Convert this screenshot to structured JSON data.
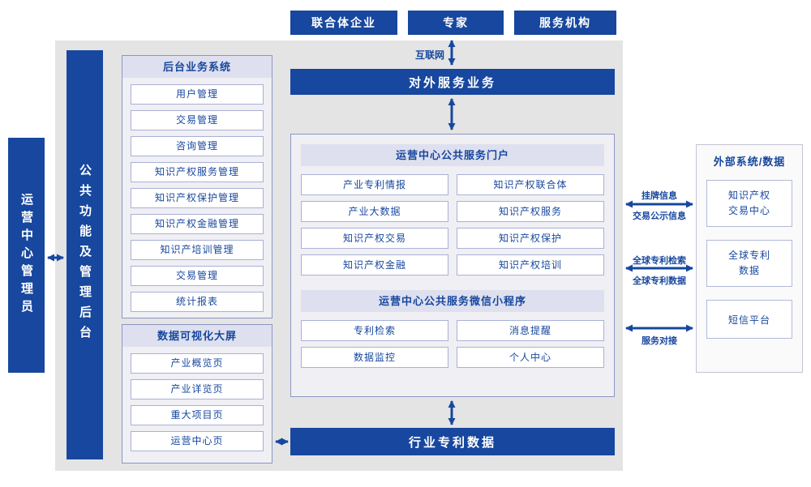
{
  "colors": {
    "primary": "#17479E",
    "panel_header_bg": "#DEE0EF",
    "background_gray": "#E4E4E4",
    "item_border": "#A9B1D6"
  },
  "top_nodes": [
    {
      "label": "联合体企业"
    },
    {
      "label": "专家"
    },
    {
      "label": "服务机构"
    }
  ],
  "labels": {
    "internet": "互联网",
    "external_service_bar": "对外服务业务",
    "industry_patent_bar": "行业专利数据",
    "admin": "运营中心管理员",
    "function_bar": "公共功能及管理后台"
  },
  "backend_panel": {
    "title": "后台业务系统",
    "items": [
      "用户管理",
      "交易管理",
      "咨询管理",
      "知识产权服务管理",
      "知识产权保护管理",
      "知识产权金融管理",
      "知识产培训管理",
      "交易管理",
      "统计报表"
    ]
  },
  "dataviz_panel": {
    "title": "数据可视化大屏",
    "items": [
      "产业概览页",
      "产业详览页",
      "重大项目页",
      "运营中心页"
    ]
  },
  "portal_panel": {
    "title": "运营中心公共服务门户",
    "items": [
      "产业专利情报",
      "知识产权联合体",
      "产业大数据",
      "知识产权服务",
      "知识产权交易",
      "知识产权保护",
      "知识产权金融",
      "知识产权培训"
    ]
  },
  "miniprogram_panel": {
    "title": "运营中心公共服务微信小程序",
    "items": [
      "专利检索",
      "消息提醒",
      "数据监控",
      "个人中心"
    ]
  },
  "external_panel": {
    "title": "外部系统/数据",
    "items": [
      "知识产权\n交易中心",
      "全球专利\n数据",
      "短信平台"
    ]
  },
  "link_labels": {
    "listing_top": "挂牌信息",
    "listing_bottom": "交易公示信息",
    "global_top": "全球专利检索",
    "global_bottom": "全球专利数据",
    "service": "服务对接"
  }
}
